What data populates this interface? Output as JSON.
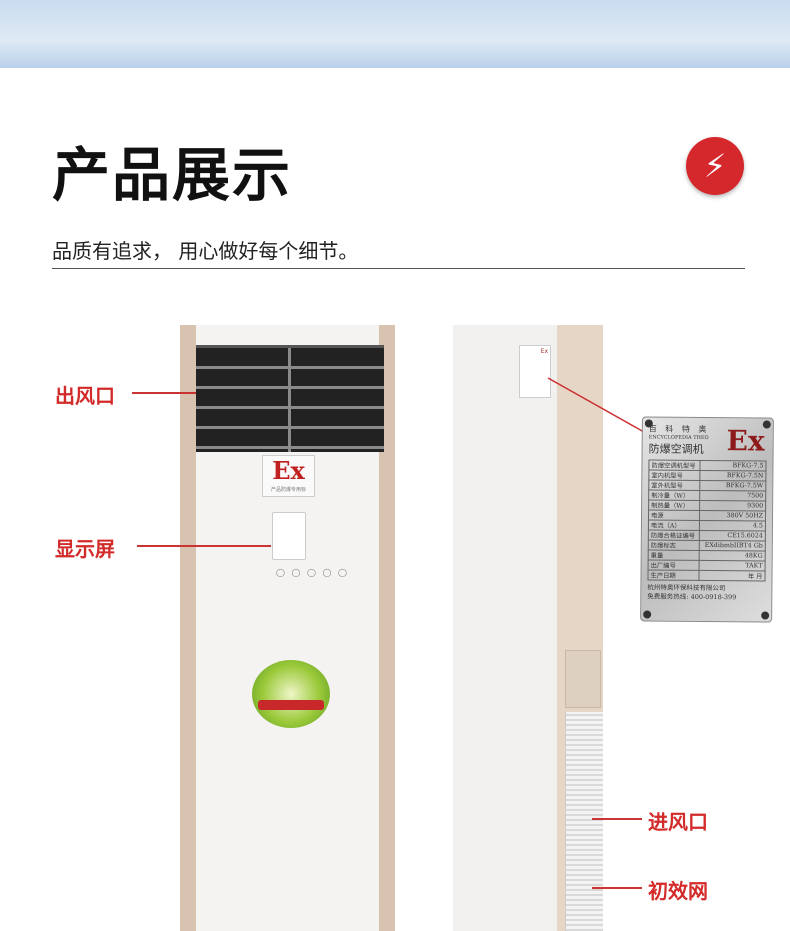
{
  "header": {
    "title": "产品展示",
    "subtitle": "品质有追求， 用心做好每个细节。",
    "badge_icon": "lightning-icon",
    "accent": "#d5282c"
  },
  "callouts": {
    "outlet": "出风口",
    "display": "显示屏",
    "inlet": "进风口",
    "filter": "初效网"
  },
  "unit": {
    "ex_logo": "Ex",
    "ex_caption": "产品防爆专用标",
    "display_buttons": "◯ ◯ ◯ ◯ ◯"
  },
  "nameplate": {
    "brand": "百 科 特 奥",
    "brand_en": "ENCYCLOPEDIA THEO",
    "product": "防爆空调机",
    "ex": "Ex",
    "rows": [
      {
        "k": "防爆空调机型号",
        "v": "BFKG-7.5"
      },
      {
        "k": "室内机型号",
        "v": "BFKG-7.5N"
      },
      {
        "k": "室外机型号",
        "v": "BFKG-7.5W"
      },
      {
        "k": "制冷量（W）",
        "v": "7500"
      },
      {
        "k": "制热量（W）",
        "v": "9300"
      },
      {
        "k": "电源",
        "v": "380V 50HZ"
      },
      {
        "k": "电流（A）",
        "v": "4.5"
      },
      {
        "k": "防爆合格证编号",
        "v": "CE15.6024"
      },
      {
        "k": "防爆标志",
        "v": "EXdibmbIIBT4 Gb"
      },
      {
        "k": "重量",
        "v": "48KG"
      },
      {
        "k": "出厂编号",
        "v": "TAKT"
      },
      {
        "k": "生产日期",
        "v": "年  月"
      }
    ],
    "company": "杭州特奥环保科技有限公司",
    "hotline": "免费服务热线: 400-0918-399"
  }
}
